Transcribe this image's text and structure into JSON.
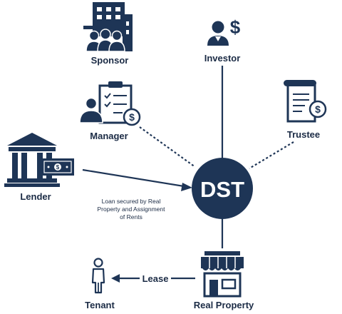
{
  "diagram": {
    "colors": {
      "navy": "#1e3556",
      "ink": "#1b2b45",
      "white": "#ffffff"
    },
    "center": {
      "label": "DST"
    },
    "nodes": {
      "sponsor": {
        "label": "Sponsor",
        "icon": "office-building-people-icon"
      },
      "investor": {
        "label": "Investor",
        "icon": "investor-dollar-icon"
      },
      "manager": {
        "label": "Manager",
        "icon": "manager-clipboard-dollar-icon"
      },
      "trustee": {
        "label": "Trustee",
        "icon": "trustee-scroll-dollar-icon"
      },
      "lender": {
        "label": "Lender",
        "icon": "bank-cash-icon"
      },
      "real_property": {
        "label": "Real Property",
        "icon": "storefront-icon"
      },
      "tenant": {
        "label": "Tenant",
        "icon": "person-icon"
      }
    },
    "edges": {
      "loan_note": [
        "Loan secured by Real",
        "Property and Assignment",
        "of Rents"
      ],
      "lease": "Lease"
    }
  }
}
